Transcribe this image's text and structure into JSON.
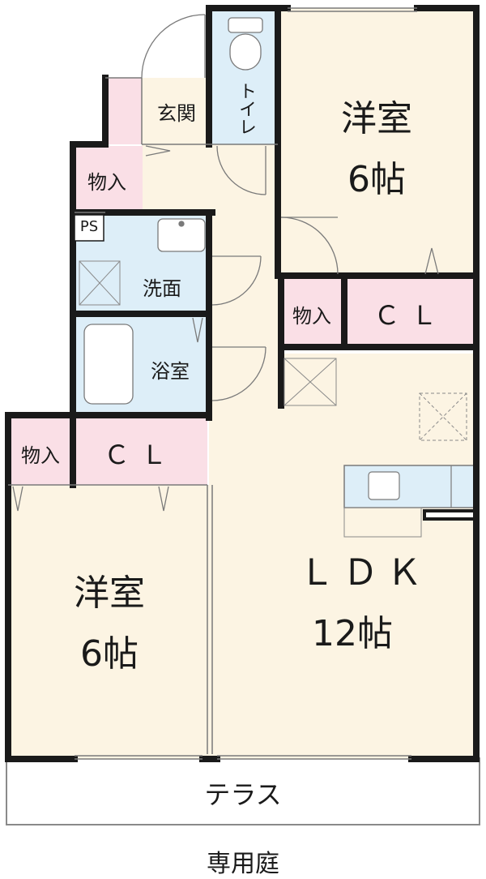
{
  "plan": {
    "rooms": {
      "bedroom_top": {
        "name": "洋室",
        "size": "6帖"
      },
      "bedroom_bottom": {
        "name": "洋室",
        "size": "6帖"
      },
      "ldk": {
        "name": "ＬＤＫ",
        "size": "12帖"
      },
      "entrance": "玄関",
      "toilet": "トイレ",
      "washroom": "洗面",
      "bathroom": "浴室",
      "storage_entrance": "物入",
      "storage_top": "物入",
      "storage_bottom": "物入",
      "closet_top": "ＣＬ",
      "closet_bottom": "ＣＬ",
      "pipe_space": "PS",
      "terrace": "テラス",
      "private_garden": "専用庭"
    },
    "colors": {
      "floor": "#fcf4e3",
      "wet_area": "#ddeef8",
      "storage": "#fadfe6",
      "wall": "#1a1a1a"
    }
  }
}
